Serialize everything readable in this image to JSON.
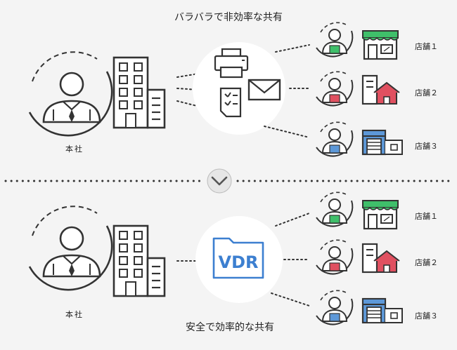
{
  "top": {
    "caption": "バラバラで非効率な共有",
    "hq_label": "本社",
    "stores": [
      {
        "label": "店舗１",
        "color": "#3fbf6a",
        "building": "shop"
      },
      {
        "label": "店舗２",
        "color": "#e05060",
        "building": "house"
      },
      {
        "label": "店舗３",
        "color": "#5d98d8",
        "building": "warehouse"
      }
    ],
    "channels": [
      "printer-icon",
      "mail-icon",
      "document-icon"
    ]
  },
  "bottom": {
    "caption": "安全で効率的な共有",
    "hq_label": "本社",
    "vdr_label": "VDR",
    "stores": [
      {
        "label": "店舗１",
        "color": "#3fbf6a",
        "building": "shop"
      },
      {
        "label": "店舗２",
        "color": "#e05060",
        "building": "house"
      },
      {
        "label": "店舗３",
        "color": "#5d98d8",
        "building": "warehouse"
      }
    ]
  },
  "colors": {
    "outline": "#333333",
    "vdr_blue": "#3c7fd0",
    "shop_awning": "#3fbf6a",
    "house_roof": "#e05060",
    "warehouse_blue": "#5d98d8",
    "background": "#f4f4f4"
  }
}
